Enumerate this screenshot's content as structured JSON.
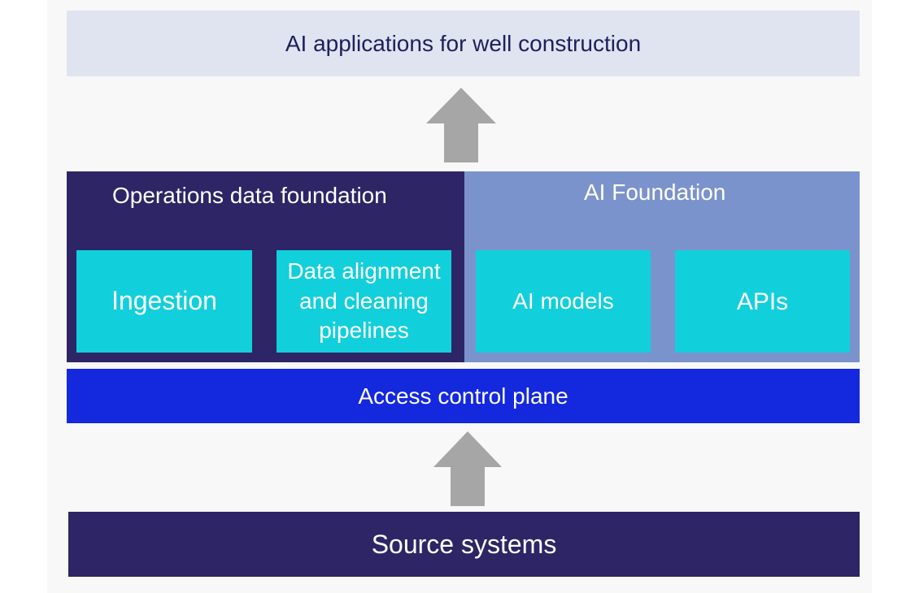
{
  "diagram": {
    "top_layer": "AI applications for well construction",
    "operations": {
      "title": "Operations data foundation",
      "tiles": [
        "Ingestion",
        "Data alignment and cleaning pipelines"
      ]
    },
    "ai_foundation": {
      "title": "AI Foundation",
      "tiles": [
        "AI models",
        "APIs"
      ]
    },
    "access_layer": "Access control plane",
    "source_layer": "Source systems"
  },
  "colors": {
    "top_layer_bg": "#dfe4f0",
    "dark_navy": "#2d2566",
    "ai_panel_bg": "#7b93cc",
    "tile_bg": "#12cfdc",
    "access_bg": "#1428de",
    "arrow": "#a6a6a6"
  }
}
